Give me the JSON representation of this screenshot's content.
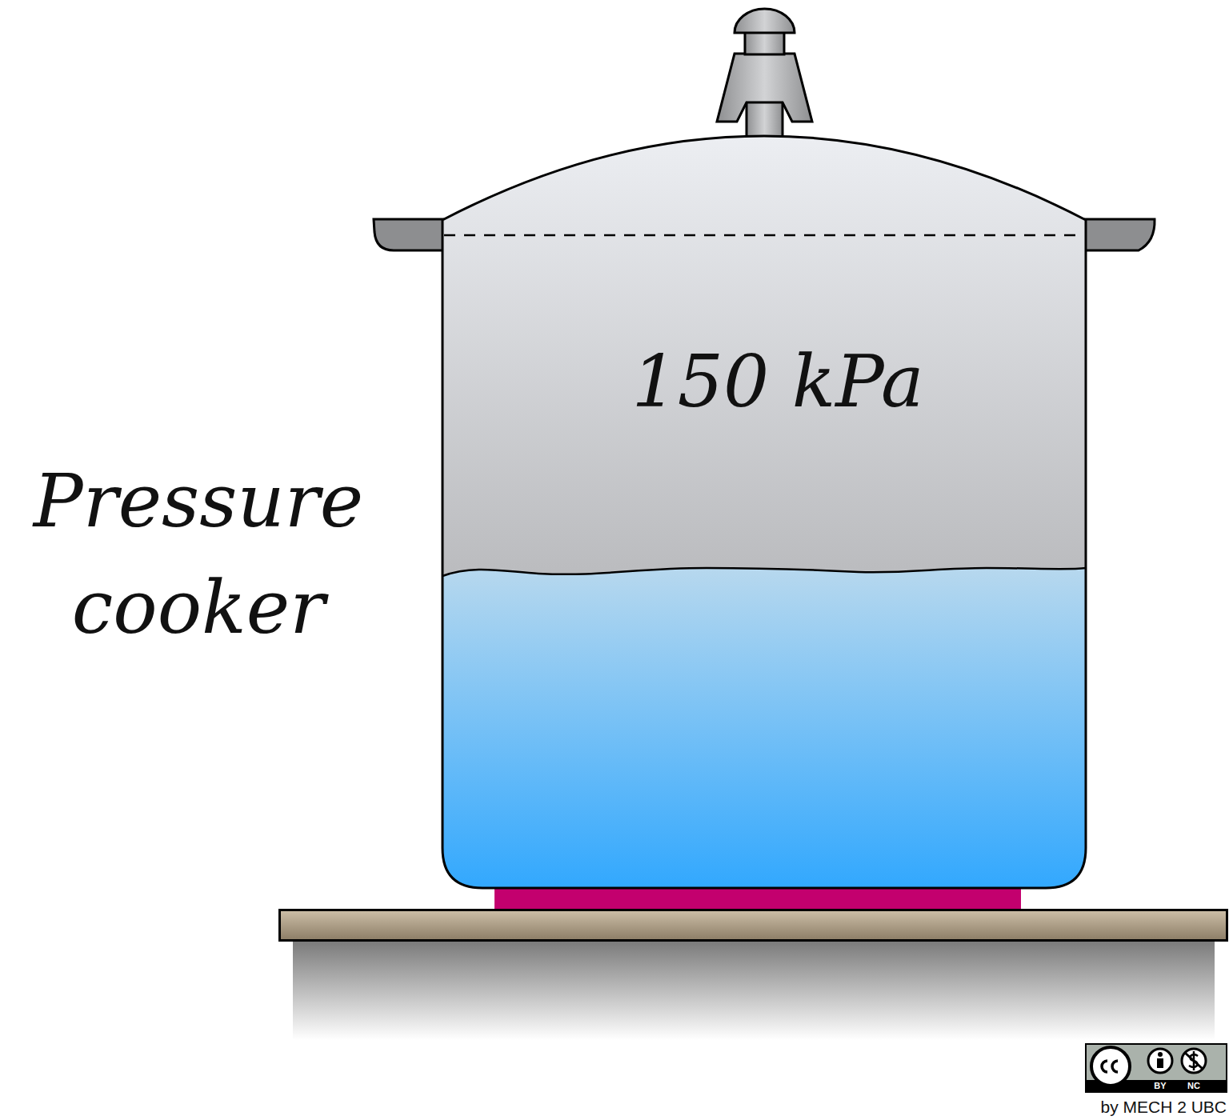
{
  "diagram": {
    "nodes": [
      {
        "text": [
          "150 kPa"
        ]
      }
    ],
    "labels": [
      "Pressure cooker",
      "BY",
      "NC",
      "by MECH 2 UBC"
    ]
  }
}
